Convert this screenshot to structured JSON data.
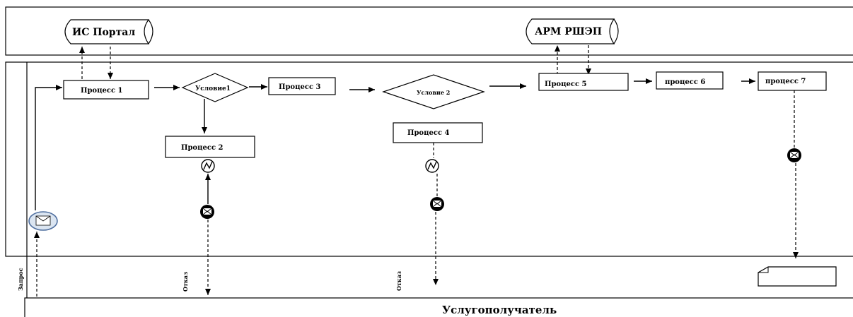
{
  "systems": {
    "portal": "ИС Портал",
    "arm": "АРМ РШЭП"
  },
  "processes": {
    "p1": "Процесс 1",
    "p2": "Процесс 2",
    "p3": "Процесс 3",
    "p4": "Процесс 4",
    "p5": "Процесс 5",
    "p6": "процесс 6",
    "p7": "процесс 7"
  },
  "conditions": {
    "c1": "Условие1",
    "c2": "Условие 2"
  },
  "vertical_labels": {
    "request": "Запрос",
    "refusal1": "Отказ",
    "refusal2": "Отказ"
  },
  "recipient": "Услугополучатель",
  "icons": [
    "envelope-start-icon",
    "message-end-icon",
    "link-event-icon",
    "document-icon"
  ]
}
